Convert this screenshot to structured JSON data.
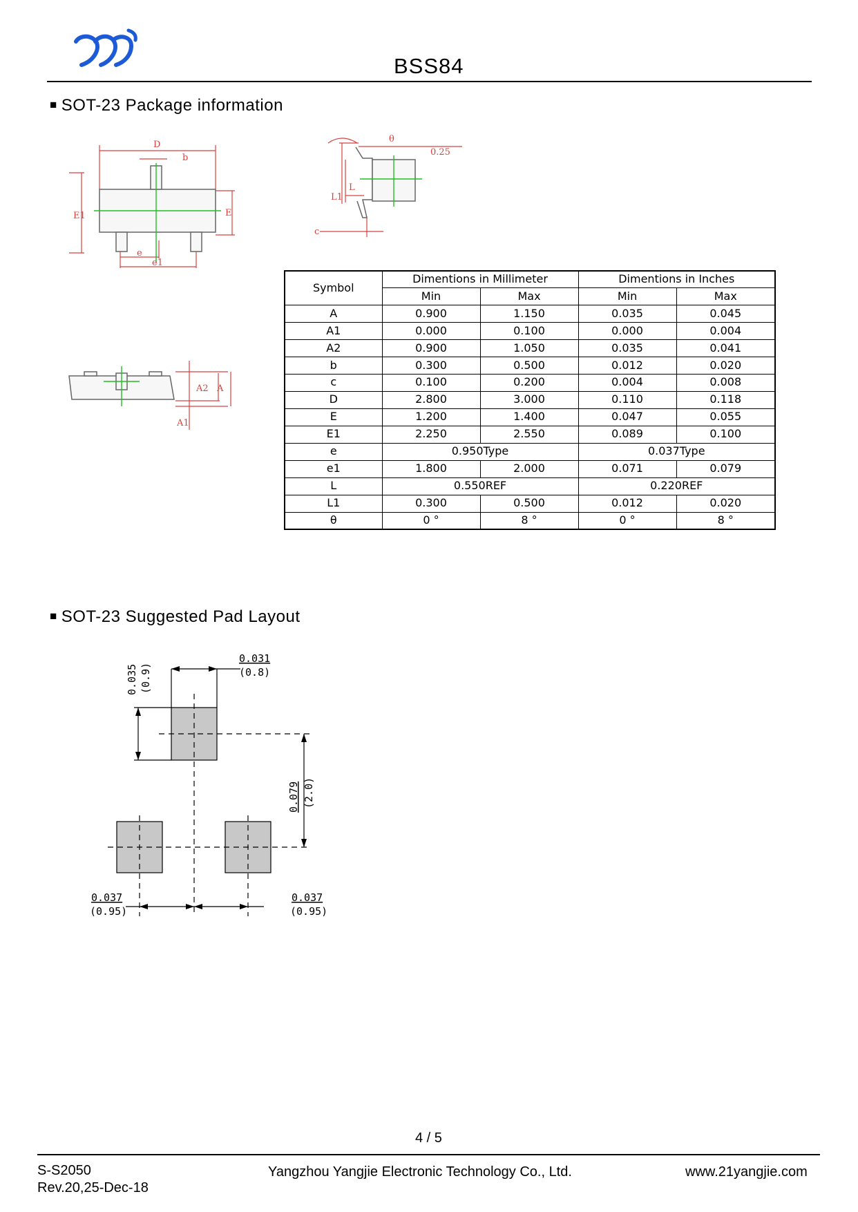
{
  "header": {
    "logo_name": "yangjie-logo",
    "title": "BSS84"
  },
  "sections": {
    "package_info": "SOT-23  Package information",
    "pad_layout": "SOT-23 Suggested Pad Layout"
  },
  "drawing_labels": {
    "top_view": [
      "D",
      "b",
      "E1",
      "E",
      "e",
      "e1"
    ],
    "side_view": [
      "θ",
      "0.25",
      "L1",
      "L",
      "c"
    ],
    "front_view": [
      "A2",
      "A",
      "A1"
    ]
  },
  "table": {
    "symbol_header": "Symbol",
    "group_mm": "Dimentions in Millimeter",
    "group_in": "Dimentions in Inches",
    "sub_headers": [
      "Min",
      "Max",
      "Min",
      "Max"
    ],
    "rows": [
      {
        "symbol": "A",
        "mm_min": "0.900",
        "mm_max": "1.150",
        "in_min": "0.035",
        "in_max": "0.045"
      },
      {
        "symbol": "A1",
        "mm_min": "0.000",
        "mm_max": "0.100",
        "in_min": "0.000",
        "in_max": "0.004"
      },
      {
        "symbol": "A2",
        "mm_min": "0.900",
        "mm_max": "1.050",
        "in_min": "0.035",
        "in_max": "0.041"
      },
      {
        "symbol": "b",
        "mm_min": "0.300",
        "mm_max": "0.500",
        "in_min": "0.012",
        "in_max": "0.020"
      },
      {
        "symbol": "c",
        "mm_min": "0.100",
        "mm_max": "0.200",
        "in_min": "0.004",
        "in_max": "0.008"
      },
      {
        "symbol": "D",
        "mm_min": "2.800",
        "mm_max": "3.000",
        "in_min": "0.110",
        "in_max": "0.118"
      },
      {
        "symbol": "E",
        "mm_min": "1.200",
        "mm_max": "1.400",
        "in_min": "0.047",
        "in_max": "0.055"
      },
      {
        "symbol": "E1",
        "mm_min": "2.250",
        "mm_max": "2.550",
        "in_min": "0.089",
        "in_max": "0.100"
      },
      {
        "symbol": "e",
        "mm_span": "0.950Type",
        "in_span": "0.037Type"
      },
      {
        "symbol": "e1",
        "mm_min": "1.800",
        "mm_max": "2.000",
        "in_min": "0.071",
        "in_max": "0.079"
      },
      {
        "symbol": "L",
        "mm_span": "0.550REF",
        "in_span": "0.220REF"
      },
      {
        "symbol": "L1",
        "mm_min": "0.300",
        "mm_max": "0.500",
        "in_min": "0.012",
        "in_max": "0.020"
      },
      {
        "symbol": "θ",
        "mm_min": "0 °",
        "mm_max": "8 °",
        "in_min": "0 °",
        "in_max": "8 °"
      }
    ]
  },
  "pad_layout_dims": {
    "pad_height_in": "0.035",
    "pad_height_mm": "(0.9)",
    "pad_width_in": "0.031",
    "pad_width_mm": "(0.8)",
    "row_pitch_in": "0.079",
    "row_pitch_mm": "(2.0)",
    "left_pitch_in": "0.037",
    "left_pitch_mm": "(0.95)",
    "right_pitch_in": "0.037",
    "right_pitch_mm": "(0.95)"
  },
  "footer": {
    "page": "4 / 5",
    "doc_code": "S-S2050",
    "revision": "Rev.20,25-Dec-18",
    "company": "Yangzhou Yangjie Electronic Technology Co., Ltd.",
    "website": "www.21yangjie.com"
  },
  "colors": {
    "logo_blue": "#1d5bd6",
    "dimension_red": "#d84040",
    "centerline_green": "#20c020",
    "pad_gray": "#c8c8c8"
  }
}
